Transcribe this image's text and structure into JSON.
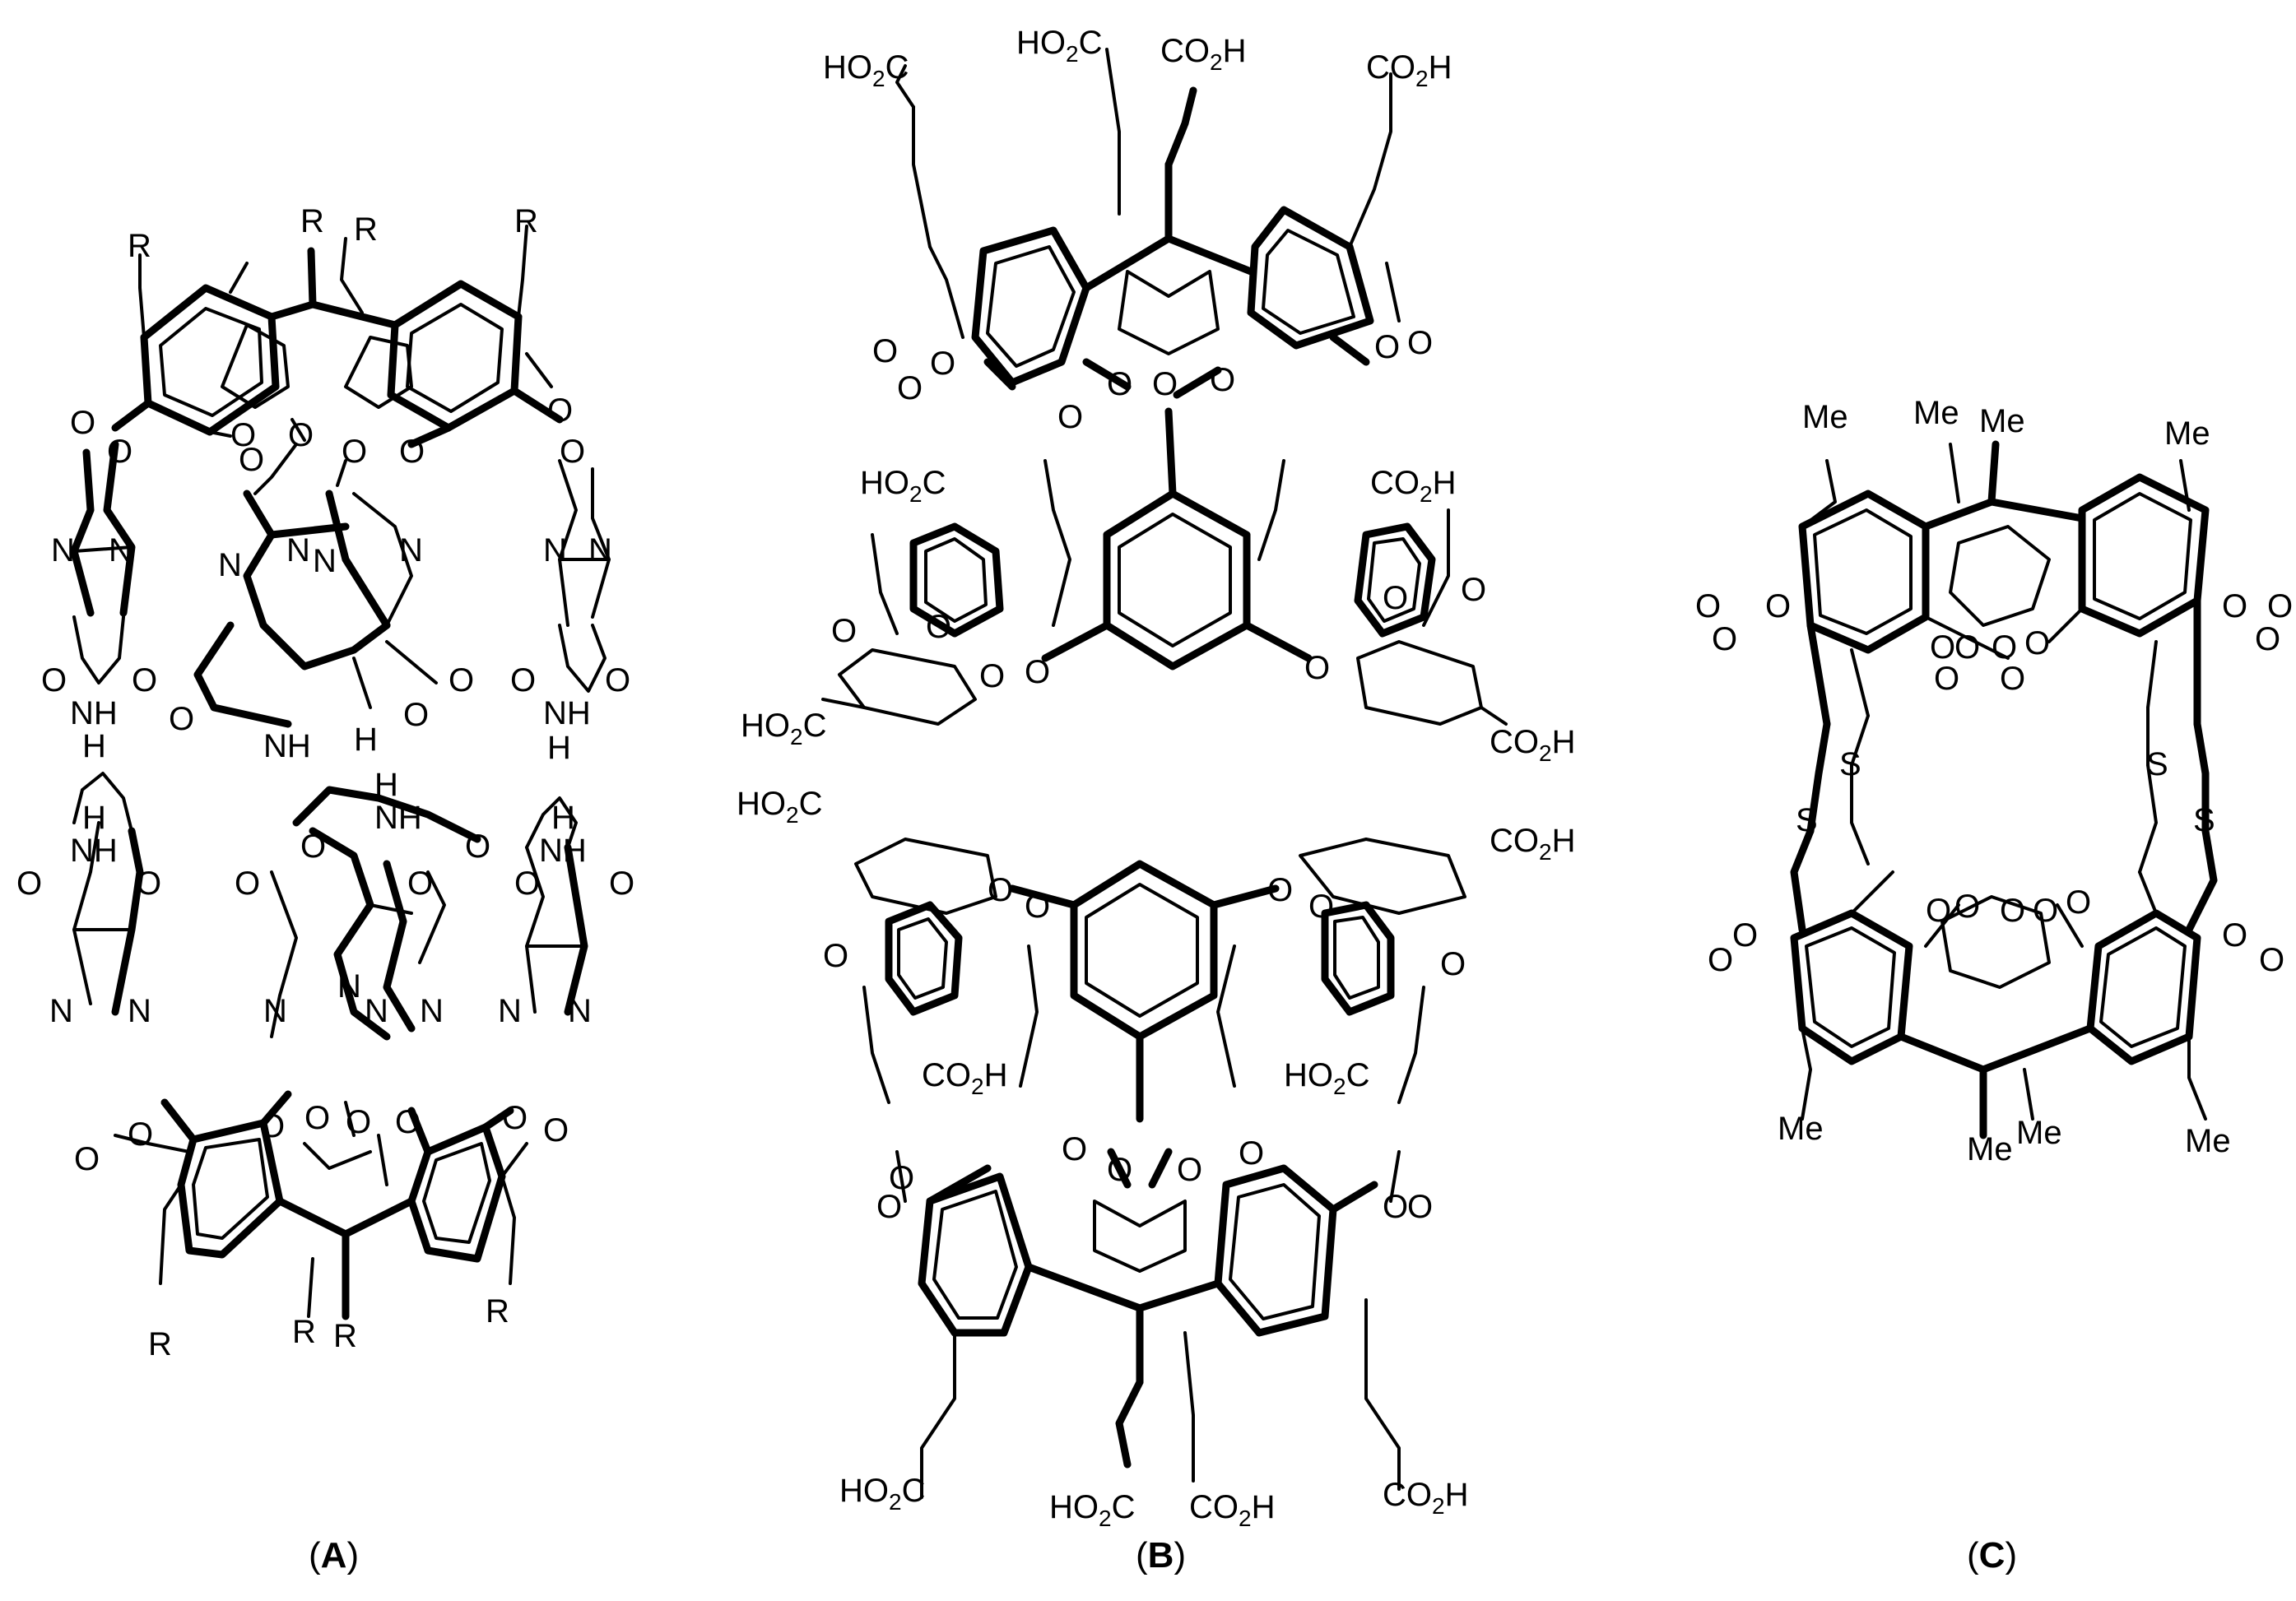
{
  "panels": [
    {
      "caption_open": "(",
      "caption_letter": "A",
      "caption_close": ")"
    },
    {
      "caption_open": "(",
      "caption_letter": "B",
      "caption_close": ")"
    },
    {
      "caption_open": "(",
      "caption_letter": "C",
      "caption_close": ")"
    }
  ],
  "labels": {
    "r": "R",
    "o": "O",
    "n": "N",
    "nh": "NH",
    "h": "H",
    "s": "S",
    "me": "Me",
    "ho2c_pre": "HO",
    "co2h_pre": "CO",
    "sub2": "2",
    "c_suffix": "C",
    "h_suffix": "H"
  }
}
